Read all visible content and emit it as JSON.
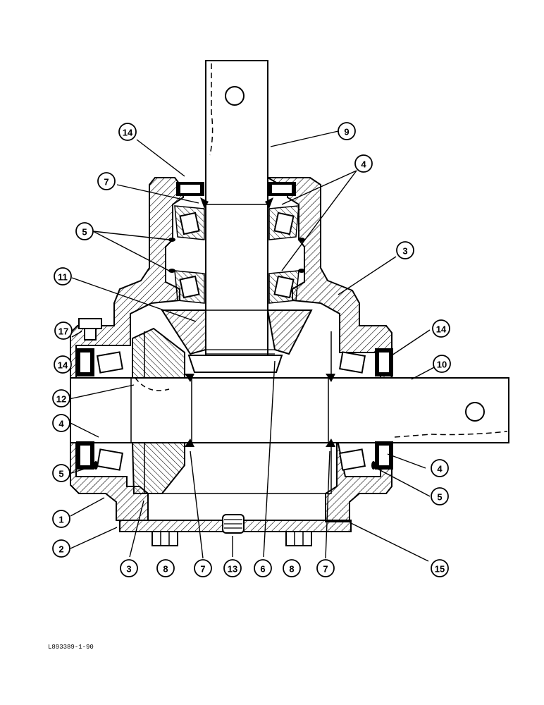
{
  "figure": {
    "code": "L893389-1-90",
    "description_colors": {
      "ink": "#000000",
      "paper": "#ffffff"
    }
  },
  "callouts": [
    "14",
    "9",
    "7",
    "4",
    "5",
    "3",
    "11",
    "17",
    "14",
    "14",
    "10",
    "12",
    "4",
    "4",
    "5",
    "5",
    "1",
    "2",
    "3",
    "8",
    "7",
    "13",
    "6",
    "8",
    "7",
    "15"
  ]
}
